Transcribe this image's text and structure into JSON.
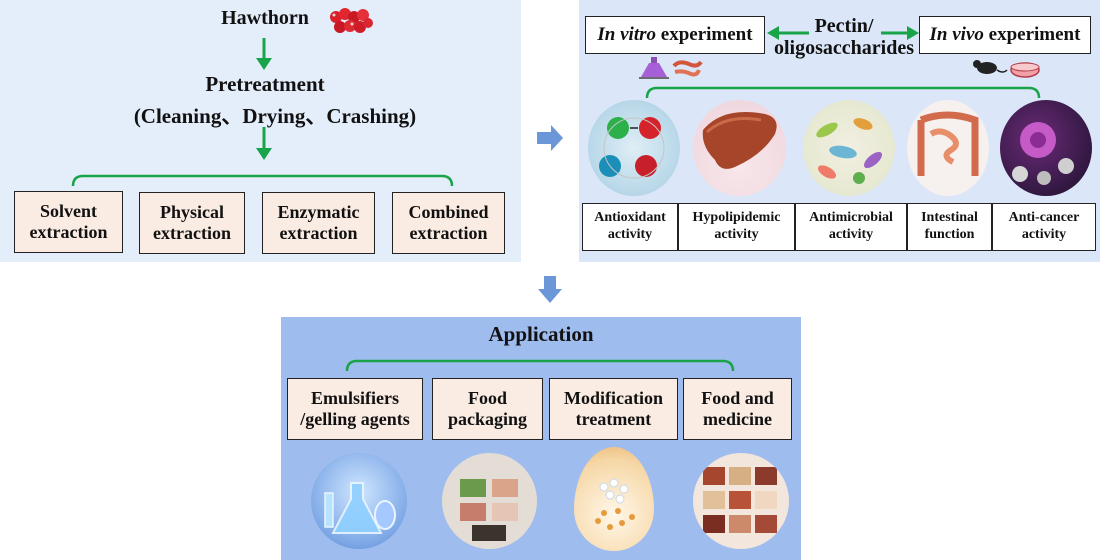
{
  "left_panel": {
    "title": "Hawthorn",
    "pretreatment": "Pretreatment",
    "pretreatment_steps": "(Cleaning、Drying、Crashing)",
    "methods": [
      {
        "line1": "Solvent",
        "line2": "extraction"
      },
      {
        "line1": "Physical",
        "line2": "extraction"
      },
      {
        "line1": "Enzymatic",
        "line2": "extraction"
      },
      {
        "line1": "Combined",
        "line2": "extraction"
      }
    ]
  },
  "right_panel": {
    "in_vitro_italic": "In vitro",
    "in_vitro_rest": " experiment",
    "center_line1": "Pectin/",
    "center_line2": "oligosaccharides",
    "in_vivo_italic": "In vivo",
    "in_vivo_rest": " experiment",
    "activities": [
      {
        "line1": "Antioxidant",
        "line2": "activity",
        "icon": "antioxidant-molecules-image"
      },
      {
        "line1": "Hypolipidemic",
        "line2": "activity",
        "icon": "liver-image"
      },
      {
        "line1": "Antimicrobial",
        "line2": "activity",
        "icon": "bacteria-image"
      },
      {
        "line1": "Intestinal",
        "line2": "function",
        "icon": "intestine-image"
      },
      {
        "line1": "Anti-cancer",
        "line2": "activity",
        "icon": "cancer-cell-image"
      }
    ]
  },
  "bottom_panel": {
    "title": "Application",
    "items": [
      {
        "line1": "Emulsifiers",
        "line2": "/gelling agents",
        "icon": "lab-glassware-image"
      },
      {
        "line1": "Food",
        "line2": "packaging",
        "icon": "packaged-food-image"
      },
      {
        "line1": "Modification",
        "line2": "treatment",
        "icon": "droplet-molecule-image"
      },
      {
        "line1": "Food and",
        "line2": "medicine",
        "icon": "food-collage-image"
      }
    ]
  },
  "colors": {
    "arrow_green": "#1aa44a",
    "arrow_blue": "#6b96d8",
    "box_fill": "#fbece3",
    "panel_left": "#e4eefb",
    "panel_right": "#dbe6f8",
    "panel_bottom": "#9fbcef"
  }
}
